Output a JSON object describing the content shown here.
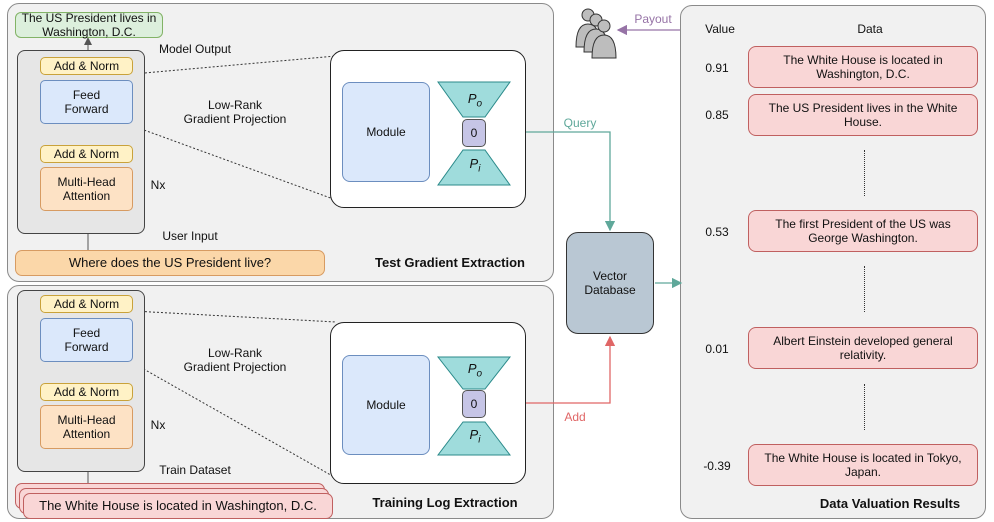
{
  "test_panel": {
    "model_output_text": "The US President lives in Washington, D.C.",
    "model_output_label": "Model Output",
    "add_norm_top": "Add & Norm",
    "feed_forward": "Feed\nForward",
    "add_norm_bottom": "Add & Norm",
    "attention": "Multi-Head\nAttention",
    "nx": "Nx",
    "projection_label": "Low-Rank\nGradient Projection",
    "module": "Module",
    "po": "P",
    "po_sub": "o",
    "pi": "P",
    "pi_sub": "i",
    "zero": "0",
    "user_input_label": "User Input",
    "user_input_text": "Where does the US President live?",
    "title": "Test Gradient Extraction"
  },
  "train_panel": {
    "add_norm_top": "Add & Norm",
    "feed_forward": "Feed\nForward",
    "add_norm_bottom": "Add & Norm",
    "attention": "Multi-Head\nAttention",
    "nx": "Nx",
    "projection_label": "Low-Rank\nGradient Projection",
    "module": "Module",
    "po": "P",
    "po_sub": "o",
    "pi": "P",
    "pi_sub": "i",
    "zero": "0",
    "dataset_label": "Train Dataset",
    "dataset_text": "The White House is located in Washington, D.C.",
    "title": "Training Log Extraction"
  },
  "center": {
    "query_label": "Query",
    "add_label": "Add",
    "payout_label": "Payout",
    "vector_db": "Vector\nDatabase"
  },
  "results": {
    "value_header": "Value",
    "data_header": "Data",
    "rows": [
      {
        "value": "0.91",
        "text": "The White House is located in Washington, D.C."
      },
      {
        "value": "0.85",
        "text": "The US President lives in the White House."
      },
      {
        "value": "0.53",
        "text": "The first President of the US was George Washington."
      },
      {
        "value": "0.01",
        "text": "Albert Einstein developed general relativity."
      },
      {
        "value": "-0.39",
        "text": "The White House is located in Tokyo, Japan."
      }
    ],
    "title": "Data Valuation Results"
  },
  "colors": {
    "query": "#5fa89a",
    "add": "#e06666",
    "payout": "#9673a6",
    "teal": "#9fdcdc",
    "db": "#b9c7d3"
  }
}
